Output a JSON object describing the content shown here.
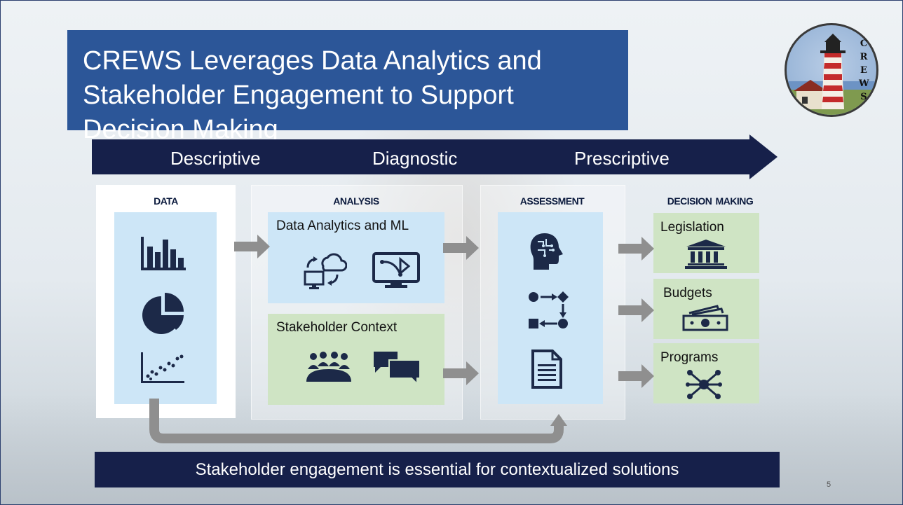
{
  "slide": {
    "title": "CREWS Leverages Data Analytics and Stakeholder Engagement to Support Decision Making",
    "logo_letters": [
      "C",
      "R",
      "E",
      "W",
      "S"
    ],
    "stages": [
      "Descriptive",
      "Diagnostic",
      "Prescriptive"
    ],
    "columns": {
      "data": {
        "head": "Data"
      },
      "analysis": {
        "head": "Analysis",
        "box1": "Data Analytics and ML",
        "box2": "Stakeholder Context"
      },
      "assessment": {
        "head": "Assessment"
      },
      "decision": {
        "head": "Decision Making",
        "items": [
          "Legislation",
          "Budgets",
          "Programs"
        ]
      }
    },
    "footer": "Stakeholder engagement is essential for contextualized solutions",
    "page_number": "5"
  }
}
